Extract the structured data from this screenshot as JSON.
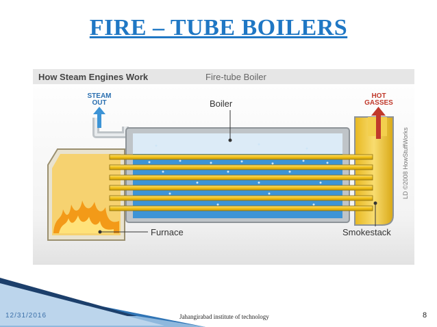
{
  "slide": {
    "title": "FIRE – TUBE BOILERS",
    "footer_date": "12/31/2016",
    "footer_institution": "Jahangirabad institute of technology",
    "page_number": "8"
  },
  "diagram": {
    "header_bold": "How Steam Engines Work",
    "header_light": "Fire-tube Boiler",
    "label_steam_out_1": "STEAM",
    "label_steam_out_2": "OUT",
    "label_hot_gasses_1": "HOT",
    "label_hot_gasses_2": "GASSES",
    "label_boiler": "Boiler",
    "label_furnace": "Furnace",
    "label_smokestack": "Smokestack",
    "copyright": "LD ©2008 HowStuffWorks",
    "colors": {
      "water": "#3d94d6",
      "steam": "#dcebf7",
      "tube": "#f2c21a",
      "furnace": "#f6d270",
      "flame": "#f39a18",
      "arrow_steam": "#3d94d6",
      "arrow_gas": "#c0392b"
    }
  }
}
